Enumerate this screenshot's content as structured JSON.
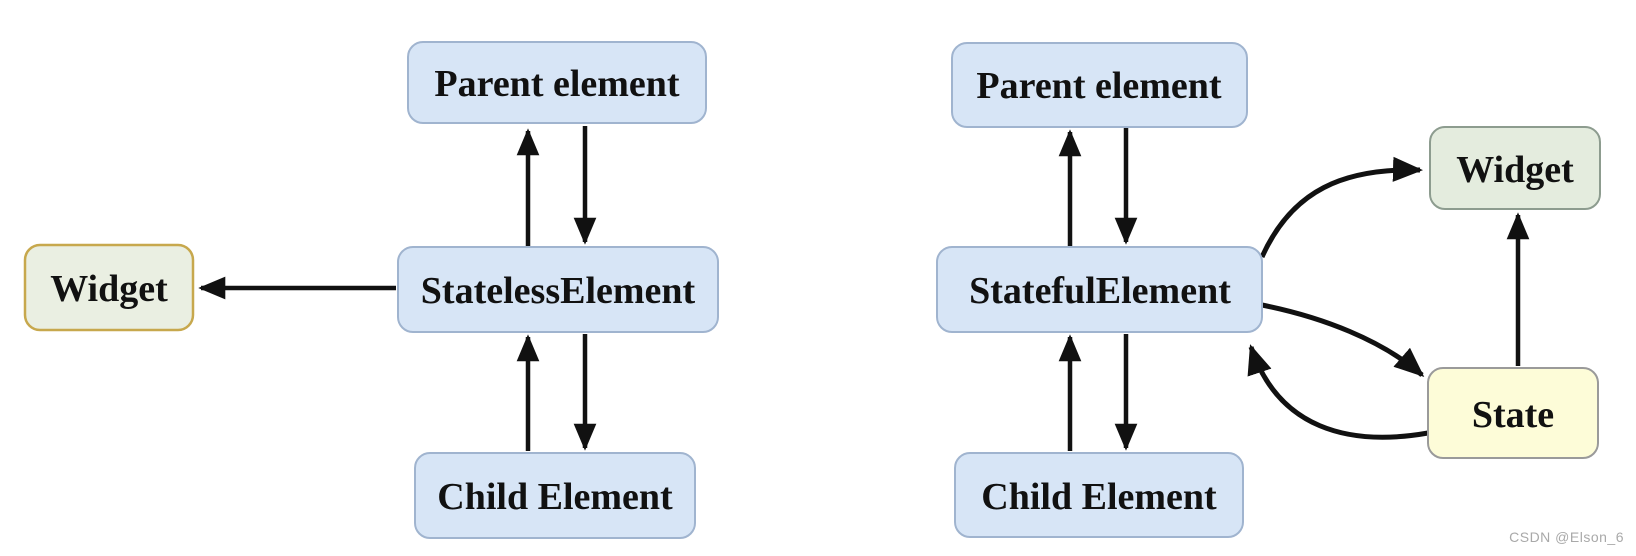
{
  "colors": {
    "background": "#ffffff",
    "element_fill": "#d7e5f6",
    "element_border": "#a0b4cf",
    "widget_left_fill": "#eaefe2",
    "widget_left_border": "#c7a84d",
    "widget_right_fill": "#e4ecde",
    "widget_right_border": "#8d9c8f",
    "state_fill": "#fdfcd8",
    "state_border": "#9a9a9a",
    "arrow": "#111111",
    "label_text": "#111111",
    "watermark_text": "#a9a9a9"
  },
  "left_diagram": {
    "widget_label": "Widget",
    "parent_label": "Parent element",
    "element_label": "StatelessElement",
    "child_label": "Child Element"
  },
  "right_diagram": {
    "parent_label": "Parent element",
    "element_label": "StatefulElement",
    "child_label": "Child Element",
    "widget_label": "Widget",
    "state_label": "State"
  },
  "watermark": "CSDN @Elson_6"
}
